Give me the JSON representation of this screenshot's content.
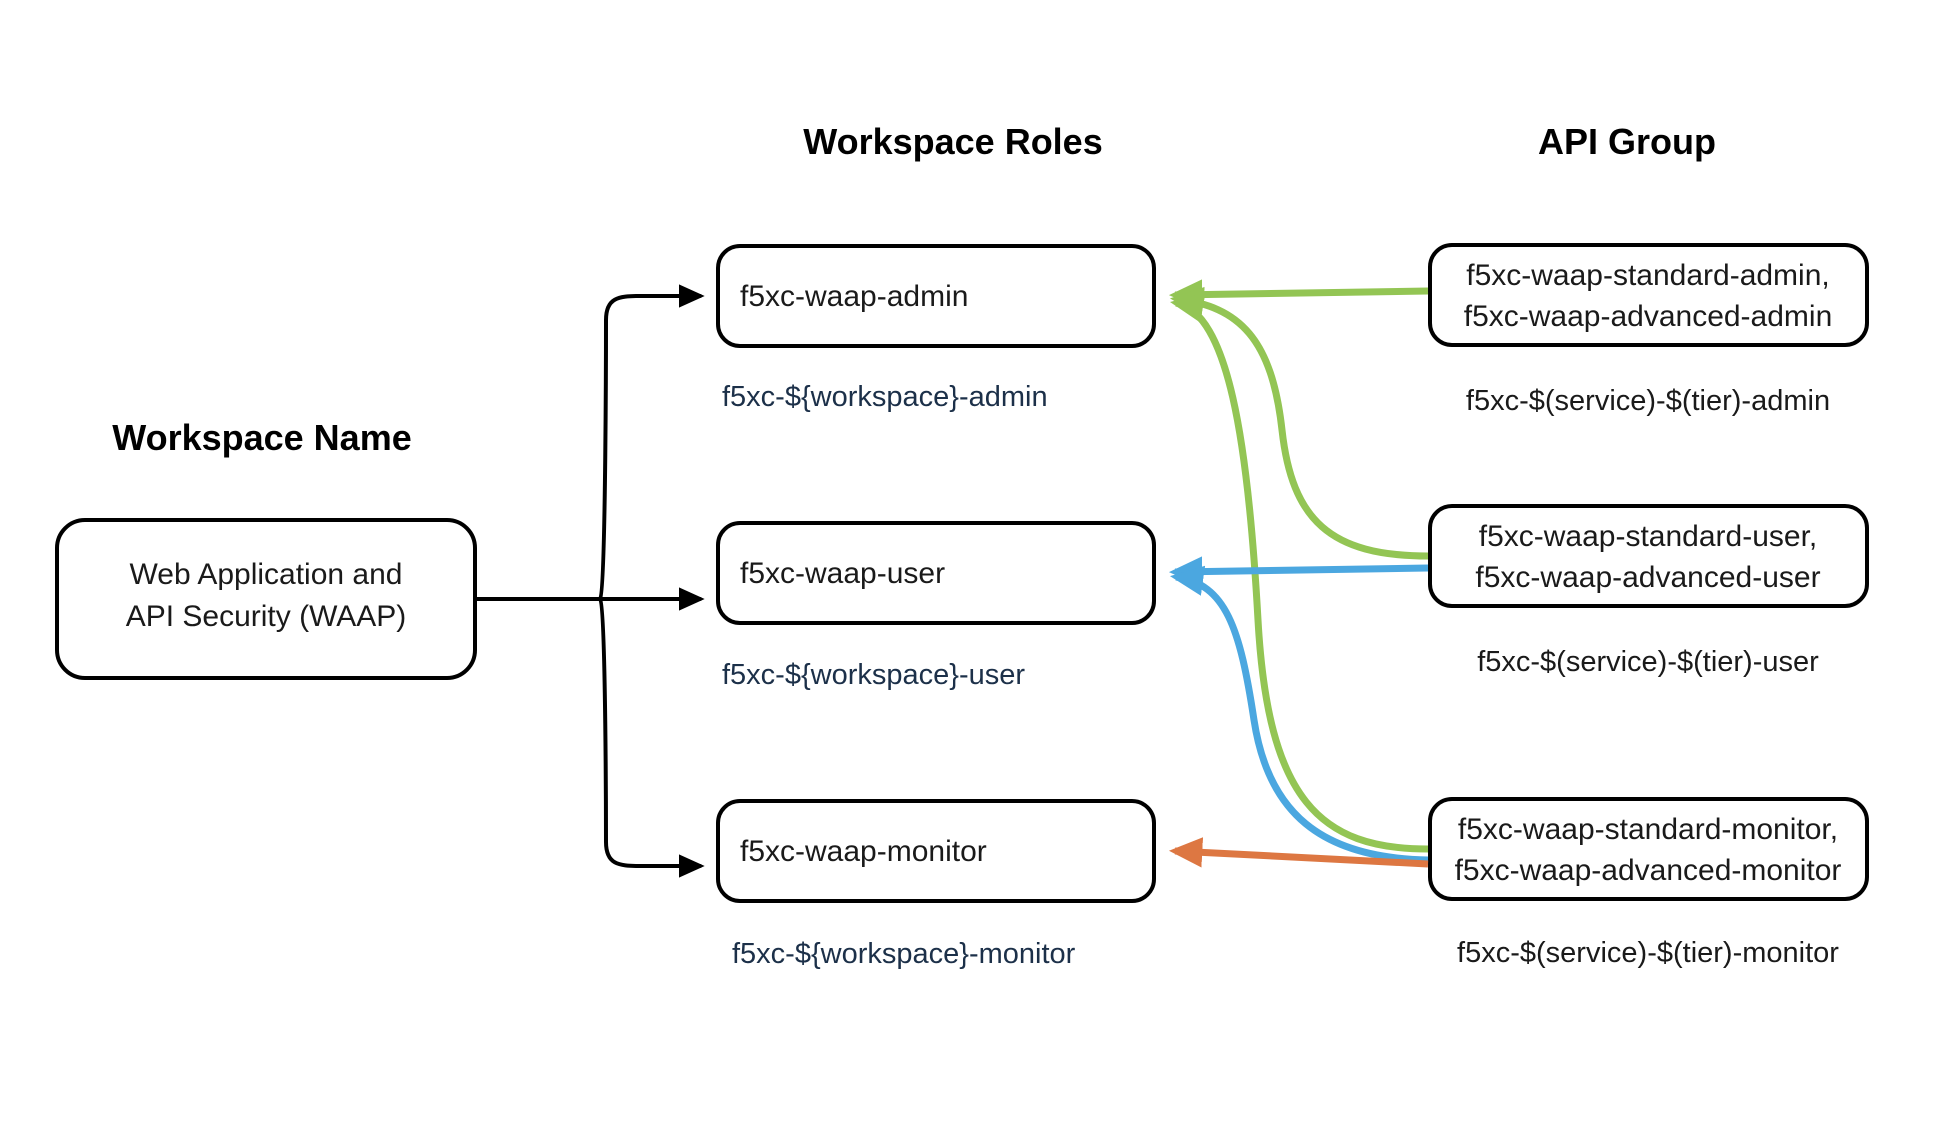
{
  "headings": {
    "workspace_name": "Workspace Name",
    "workspace_roles": "Workspace Roles",
    "api_group": "API Group"
  },
  "workspace": {
    "name_line1": "Web Application and",
    "name_line2": "API Security (WAAP)"
  },
  "workspace_roles": [
    {
      "id": "admin",
      "label": "f5xc-waap-admin",
      "caption": "f5xc-${workspace}-admin"
    },
    {
      "id": "user",
      "label": "f5xc-waap-user",
      "caption": "f5xc-${workspace}-user"
    },
    {
      "id": "monitor",
      "label": "f5xc-waap-monitor",
      "caption": "f5xc-${workspace}-monitor"
    }
  ],
  "api_groups": [
    {
      "id": "admin",
      "line1": "f5xc-waap-standard-admin,",
      "line2": "f5xc-waap-advanced-admin",
      "caption": "f5xc-$(service)-$(tier)-admin"
    },
    {
      "id": "user",
      "line1": "f5xc-waap-standard-user,",
      "line2": "f5xc-waap-advanced-user",
      "caption": "f5xc-$(service)-$(tier)-user"
    },
    {
      "id": "monitor",
      "line1": "f5xc-waap-standard-monitor,",
      "line2": "f5xc-waap-advanced-monitor",
      "caption": "f5xc-$(service)-$(tier)-monitor"
    }
  ],
  "connections": [
    {
      "id": "api-admin-to-role-admin",
      "from": "api-group-admin",
      "to": "role-admin",
      "color": "#93C554",
      "style": "straight"
    },
    {
      "id": "api-user-to-role-admin",
      "from": "api-group-user",
      "to": "role-admin",
      "color": "#93C554",
      "style": "curve"
    },
    {
      "id": "api-monitor-to-role-admin",
      "from": "api-group-monitor",
      "to": "role-admin",
      "color": "#93C554",
      "style": "curve"
    },
    {
      "id": "api-user-to-role-user",
      "from": "api-group-user",
      "to": "role-user",
      "color": "#4BA7E0",
      "style": "straight"
    },
    {
      "id": "api-monitor-to-role-user",
      "from": "api-group-monitor",
      "to": "role-user",
      "color": "#4BA7E0",
      "style": "curve"
    },
    {
      "id": "api-monitor-to-role-monitor",
      "from": "api-group-monitor",
      "to": "role-monitor",
      "color": "#DD7742",
      "style": "straight"
    }
  ],
  "colors": {
    "green": "#93C554",
    "blue": "#4BA7E0",
    "orange": "#DD7742",
    "caption_blue": "#1c3049",
    "box_stroke": "#000000",
    "background": "#ffffff"
  }
}
